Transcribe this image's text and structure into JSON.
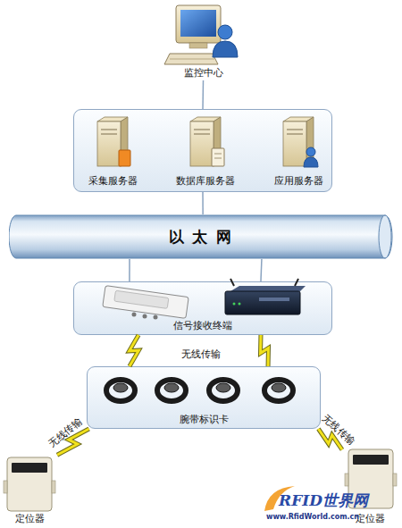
{
  "diagram": {
    "nodes": [
      {
        "text": [
          "监控中心"
        ]
      },
      {
        "text": []
      },
      {
        "text": [
          "采集服务器"
        ],
        "in": 1
      },
      {
        "text": [
          "数据库服务器"
        ],
        "in": 1
      },
      {
        "text": [
          "应用服务器"
        ],
        "in": 1
      },
      {
        "text": [
          "以 太 网"
        ]
      },
      {
        "text": [
          "信号接收终端"
        ]
      },
      {
        "text": [
          "腕带标识卡"
        ]
      },
      {
        "text": [
          "定位器"
        ]
      },
      {
        "text": [
          "定位器"
        ]
      }
    ],
    "edges": [
      {
        "from": 0,
        "to": 1,
        "arrow": "none"
      },
      {
        "from": 1,
        "to": 5,
        "arrow": "none"
      },
      {
        "from": 5,
        "to": 6,
        "arrow": "none"
      },
      {
        "from": 5,
        "to": 6,
        "arrow": "none"
      },
      {
        "from": 7,
        "to": 6,
        "arrow": "none"
      },
      {
        "from": 7,
        "to": 6,
        "arrow": "none"
      },
      {
        "from": 8,
        "to": 7,
        "label": "无线传输",
        "arrow": "none"
      },
      {
        "from": 9,
        "to": 7,
        "label": "无线传输",
        "arrow": "none"
      }
    ],
    "labels": [
      "无线传输",
      "RFID世界网",
      "www.RfidWorld.com.cn"
    ]
  }
}
